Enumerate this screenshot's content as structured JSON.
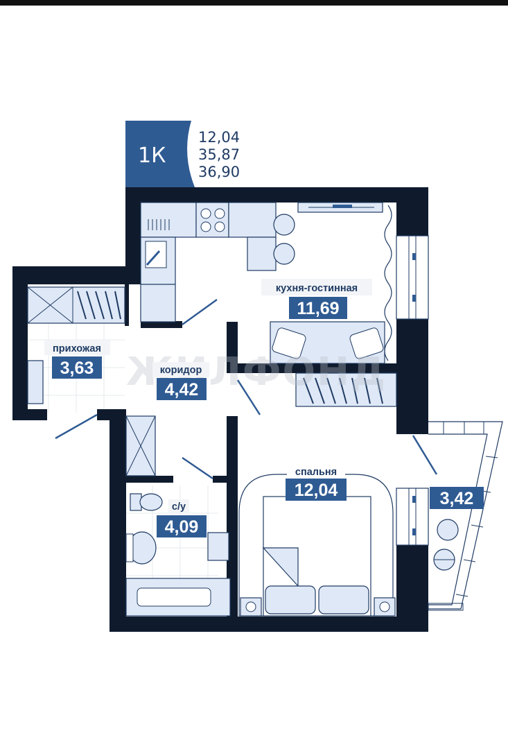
{
  "badge": {
    "type": "1К",
    "areas": [
      "12,04",
      "35,87",
      "36,90"
    ]
  },
  "watermark": "ЖИЛФОНД",
  "rooms": {
    "kitchen": {
      "name": "кухня-гостинная",
      "area": "11,69"
    },
    "hall": {
      "name": "прихожая",
      "area": "3,63"
    },
    "corridor": {
      "name": "коридор",
      "area": "4,42"
    },
    "bathroom": {
      "name": "с/у",
      "area": "4,09"
    },
    "bedroom": {
      "name": "спальня",
      "area": "12,04"
    },
    "balcony": {
      "area": "3,42"
    }
  },
  "colors": {
    "accent": "#2f5b93",
    "wall": "#0f1b2d",
    "text": "#1f3b63",
    "furniture": "#dfe8f6"
  }
}
